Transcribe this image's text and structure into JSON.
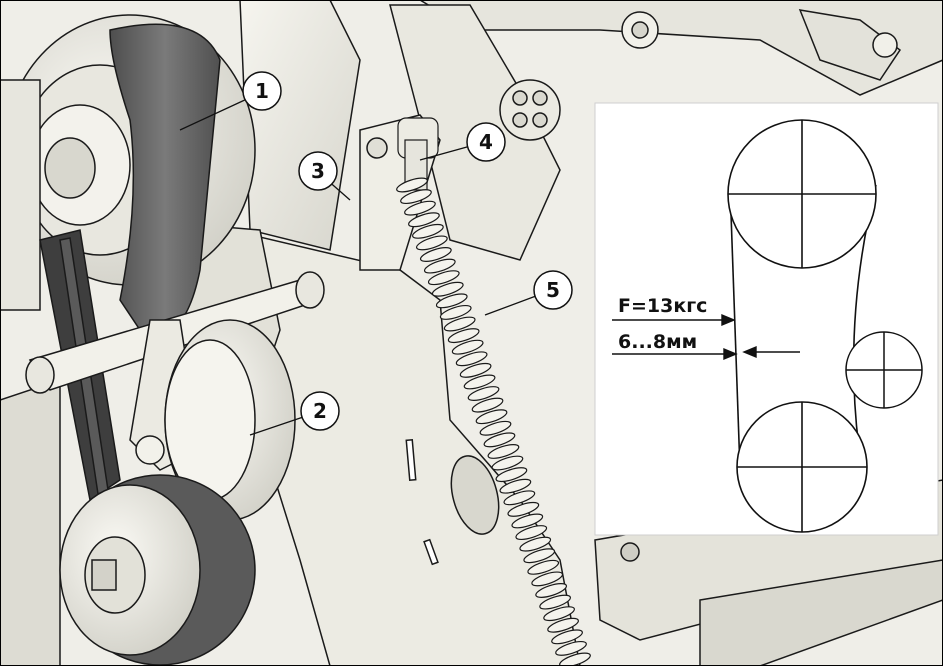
{
  "callouts": [
    {
      "id": "1",
      "label": "1"
    },
    {
      "id": "2",
      "label": "2"
    },
    {
      "id": "3",
      "label": "3"
    },
    {
      "id": "4",
      "label": "4"
    },
    {
      "id": "5",
      "label": "5"
    }
  ],
  "inset": {
    "force_label": "F=13кгс",
    "deflection_label": "6...8мм"
  },
  "colors": {
    "background": "#f1f0ea",
    "metal_light": "#ecebe3",
    "metal_shadow": "#c9c8bf",
    "belt": "#6d6d6d",
    "belt_dark": "#3e3e3e",
    "outline": "#1a1a1a",
    "inset_bg": "#ffffff",
    "callout_bg": "#ffffff"
  }
}
